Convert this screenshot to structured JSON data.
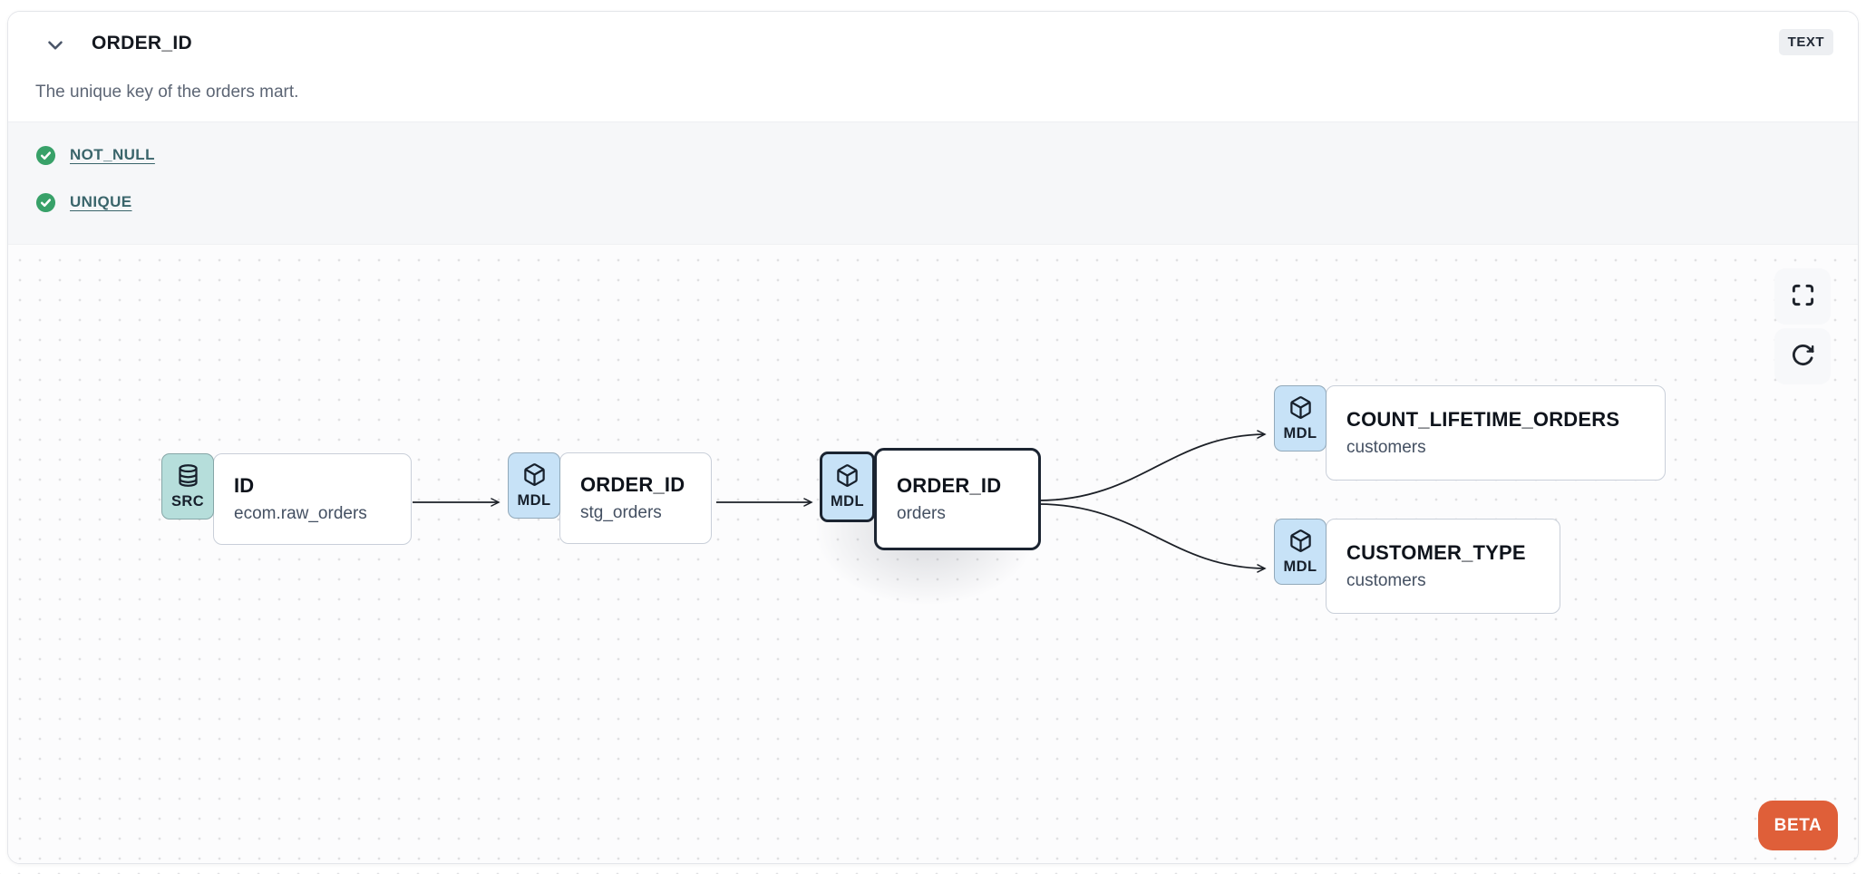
{
  "header": {
    "title": "ORDER_ID",
    "type_badge": "TEXT",
    "description": "The unique key of the orders mart."
  },
  "tests": {
    "items": [
      {
        "label": "NOT_NULL",
        "status": "pass",
        "icon": "check-circle"
      },
      {
        "label": "UNIQUE",
        "status": "pass",
        "icon": "check-circle"
      }
    ]
  },
  "canvas": {
    "beta_label": "BETA",
    "controls": [
      {
        "name": "fullscreen",
        "icon": "maximize-icon"
      },
      {
        "name": "refresh",
        "icon": "rotate-cw-icon"
      }
    ],
    "nodes": [
      {
        "kind": "SRC",
        "icon": "database",
        "label": "ID",
        "sublabel": "ecom.raw_orders",
        "highlighted": false
      },
      {
        "kind": "MDL",
        "icon": "cube",
        "label": "ORDER_ID",
        "sublabel": "stg_orders",
        "highlighted": false
      },
      {
        "kind": "MDL",
        "icon": "cube",
        "label": "ORDER_ID",
        "sublabel": "orders",
        "highlighted": true
      },
      {
        "kind": "MDL",
        "icon": "cube",
        "label": "COUNT_LIFETIME_ORDERS",
        "sublabel": "customers",
        "highlighted": false
      },
      {
        "kind": "MDL",
        "icon": "cube",
        "label": "CUSTOMER_TYPE",
        "sublabel": "customers",
        "highlighted": false
      }
    ],
    "edges": [
      {
        "from": "ID (ecom.raw_orders)",
        "to": "ORDER_ID (stg_orders)"
      },
      {
        "from": "ORDER_ID (stg_orders)",
        "to": "ORDER_ID (orders)"
      },
      {
        "from": "ORDER_ID (orders)",
        "to": "COUNT_LIFETIME_ORDERS (customers)"
      },
      {
        "from": "ORDER_ID (orders)",
        "to": "CUSTOMER_TYPE (customers)"
      }
    ]
  },
  "colors": {
    "accent_orange": "#df5f39",
    "badge_src_bg": "#b6dedb",
    "badge_mdl_bg": "#c7e2f7",
    "test_pass_green": "#38a169",
    "link_teal": "#3a656b",
    "highlight_border": "#1b2431",
    "edge": "#1c2027"
  }
}
